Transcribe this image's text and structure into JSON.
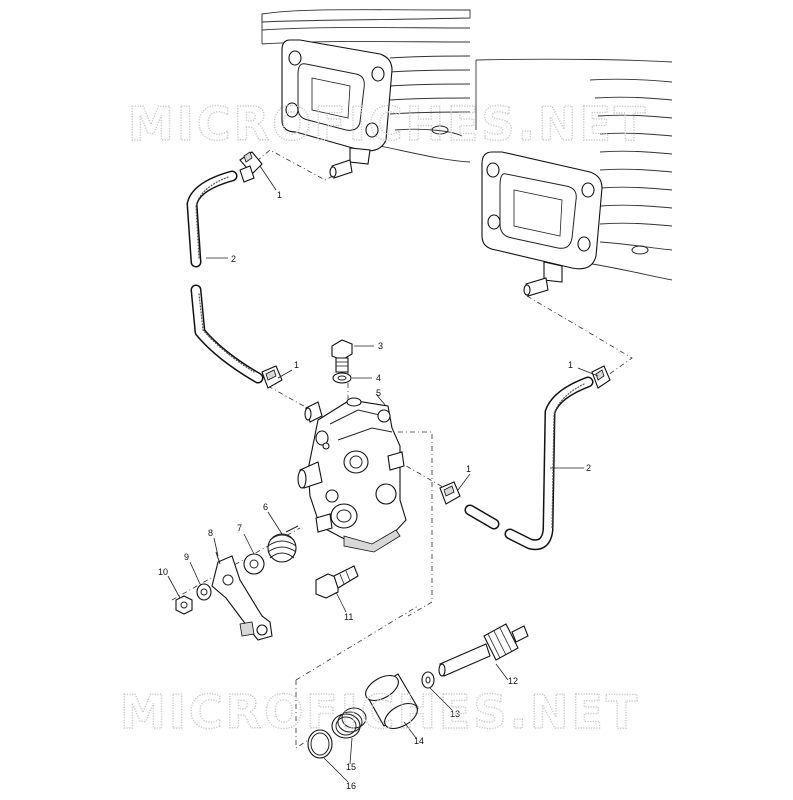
{
  "watermark": {
    "top": "MICROFICHES.NET",
    "bottom": "MICROFICHES.NET"
  },
  "callouts": [
    {
      "id": "c1a",
      "text": "1"
    },
    {
      "id": "c2a",
      "text": "2"
    },
    {
      "id": "c1b",
      "text": "1"
    },
    {
      "id": "c3",
      "text": "3"
    },
    {
      "id": "c4",
      "text": "4"
    },
    {
      "id": "c5",
      "text": "5"
    },
    {
      "id": "c1c",
      "text": "1"
    },
    {
      "id": "c1d",
      "text": "1"
    },
    {
      "id": "c2b",
      "text": "2"
    },
    {
      "id": "c6",
      "text": "6"
    },
    {
      "id": "c7",
      "text": "7"
    },
    {
      "id": "c8",
      "text": "8"
    },
    {
      "id": "c9",
      "text": "9"
    },
    {
      "id": "c10",
      "text": "10"
    },
    {
      "id": "c11",
      "text": "11"
    },
    {
      "id": "c12",
      "text": "12"
    },
    {
      "id": "c13",
      "text": "13"
    },
    {
      "id": "c14",
      "text": "14"
    },
    {
      "id": "c15",
      "text": "15"
    },
    {
      "id": "c16",
      "text": "16"
    }
  ]
}
